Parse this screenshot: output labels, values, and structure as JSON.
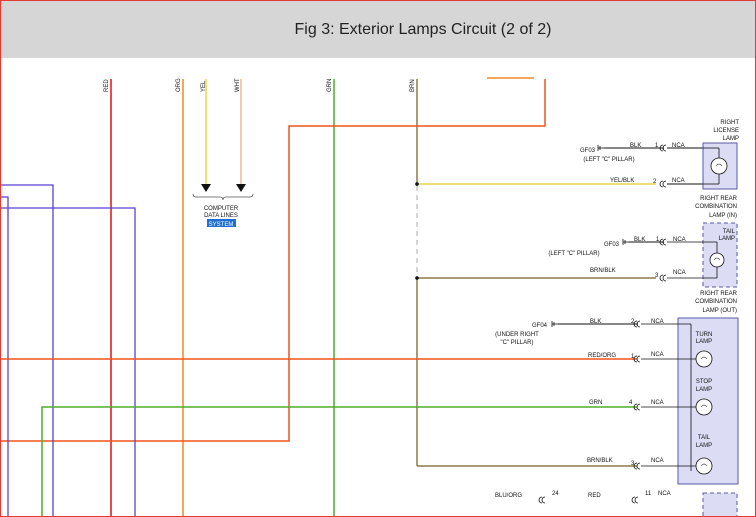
{
  "header": {
    "title": "Fig 3: Exterior Lamps Circuit (2 of 2)"
  },
  "wire_labels": {
    "red": "RED",
    "org": "ORG",
    "yel": "YEL",
    "wht": "WHT",
    "grn": "GRN",
    "brn": "BRN"
  },
  "computer_data": {
    "label_line1": "COMPUTER",
    "label_line2": "DATA LINES",
    "system": "SYSTEM"
  },
  "license_lamp": {
    "title1": "RIGHT",
    "title2": "LICENSE",
    "title3": "LAMP",
    "ground": "GF03",
    "ground_loc": "(LEFT \"C\" PILLAR)",
    "pin1_color": "BLK",
    "pin1": "1",
    "pin1_nca": "NCA",
    "pin2_color": "YEL/BLK",
    "pin2": "2",
    "pin2_nca": "NCA"
  },
  "comb_in": {
    "title1": "RIGHT REAR",
    "title2": "COMBINATION",
    "title3": "LAMP (IN)",
    "tail1": "TAIL",
    "tail2": "LAMP",
    "ground": "GF03",
    "ground_loc": "(LEFT \"C\" PILLAR)",
    "pin1_color": "BLK",
    "pin1": "1",
    "pin1_nca": "NCA",
    "pin3_color": "BRN/BLK",
    "pin3": "3",
    "pin3_nca": "NCA"
  },
  "comb_out": {
    "title1": "RIGHT REAR",
    "title2": "COMBINATION",
    "title3": "LAMP (OUT)",
    "ground": "GF04",
    "ground_loc1": "(UNDER RIGHT",
    "ground_loc2": "\"C\" PILLAR)",
    "pin2_color": "BLK",
    "pin2": "2",
    "pin2_nca": "NCA",
    "turn1": "TURN",
    "turn2": "LAMP",
    "pin1_color": "RED/ORG",
    "pin1": "1",
    "pin1_nca": "NCA",
    "stop1": "STOP",
    "stop2": "LAMP",
    "pin4_color": "GRN",
    "pin4": "4",
    "pin4_nca": "NCA",
    "tail1": "TAIL",
    "tail2": "LAMP",
    "pin3_color": "BRN/BLK",
    "pin3": "3",
    "pin3_nca": "NCA"
  },
  "bottom": {
    "left_color": "BLU/ORG",
    "left_pin": "24",
    "right_color": "RED",
    "right_pin": "11",
    "right_nca": "NCA"
  },
  "colors": {
    "red": "#e01010",
    "orange": "#f08a24",
    "yellow": "#e8d44a",
    "white_pink": "#f2b990",
    "green": "#4fae2b",
    "brown": "#8b7a45",
    "purple": "#5b3fd6",
    "red_orange": "#f0521c",
    "component_fill": "#dcdcf5",
    "component_border": "#5858a8",
    "highlight": "#1f6fd1"
  }
}
